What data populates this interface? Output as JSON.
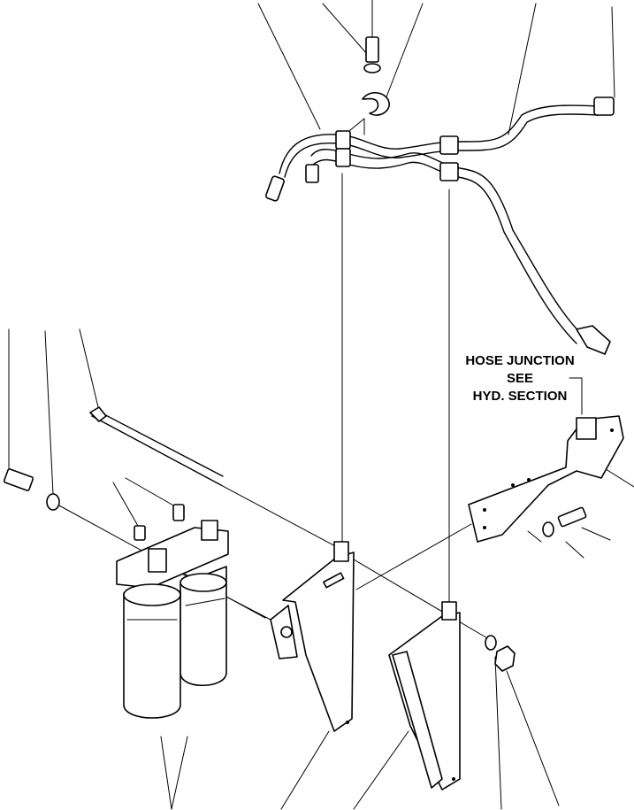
{
  "note": {
    "line1": "HOSE JUNCTION",
    "line2": "SEE",
    "line3": "HYD. SECTION"
  }
}
